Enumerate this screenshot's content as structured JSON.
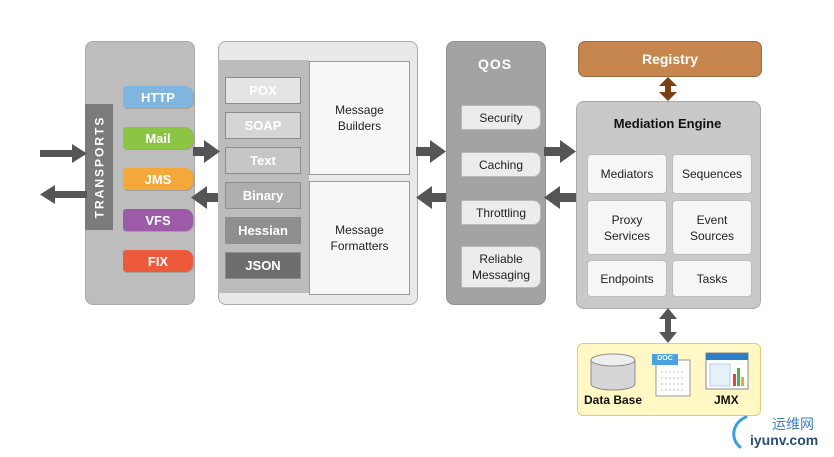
{
  "transports": {
    "label": "TRANSPORTS",
    "items": [
      {
        "label": "HTTP",
        "color": "#7eb6e0"
      },
      {
        "label": "Mail",
        "color": "#8cc443"
      },
      {
        "label": "JMS",
        "color": "#f5a83a"
      },
      {
        "label": "VFS",
        "color": "#9c5aa9"
      },
      {
        "label": "FIX",
        "color": "#ec5a3b"
      }
    ]
  },
  "formats": {
    "items": [
      {
        "label": "POX"
      },
      {
        "label": "SOAP"
      },
      {
        "label": "Text"
      },
      {
        "label": "Binary"
      },
      {
        "label": "Hessian"
      },
      {
        "label": "JSON"
      }
    ],
    "builders_label": "Message\nBuilders",
    "formatters_label": "Message\nFormatters"
  },
  "qos": {
    "title": "QOS",
    "items": [
      {
        "label": "Security"
      },
      {
        "label": "Caching"
      },
      {
        "label": "Throttling"
      },
      {
        "label": "Reliable\nMessaging"
      }
    ]
  },
  "registry": {
    "label": "Registry",
    "color": "#c8864f"
  },
  "mediation": {
    "title": "Mediation Engine",
    "items": [
      {
        "label": "Mediators"
      },
      {
        "label": "Sequences"
      },
      {
        "label": "Proxy\nServices"
      },
      {
        "label": "Event\nSources"
      },
      {
        "label": "Endpoints"
      },
      {
        "label": "Tasks"
      }
    ]
  },
  "data": {
    "database_label": "Data Base",
    "doc_label": "DOC",
    "jmx_label": "JMX"
  },
  "watermark": {
    "text1": "运维网",
    "text2": "iyunv.com"
  }
}
